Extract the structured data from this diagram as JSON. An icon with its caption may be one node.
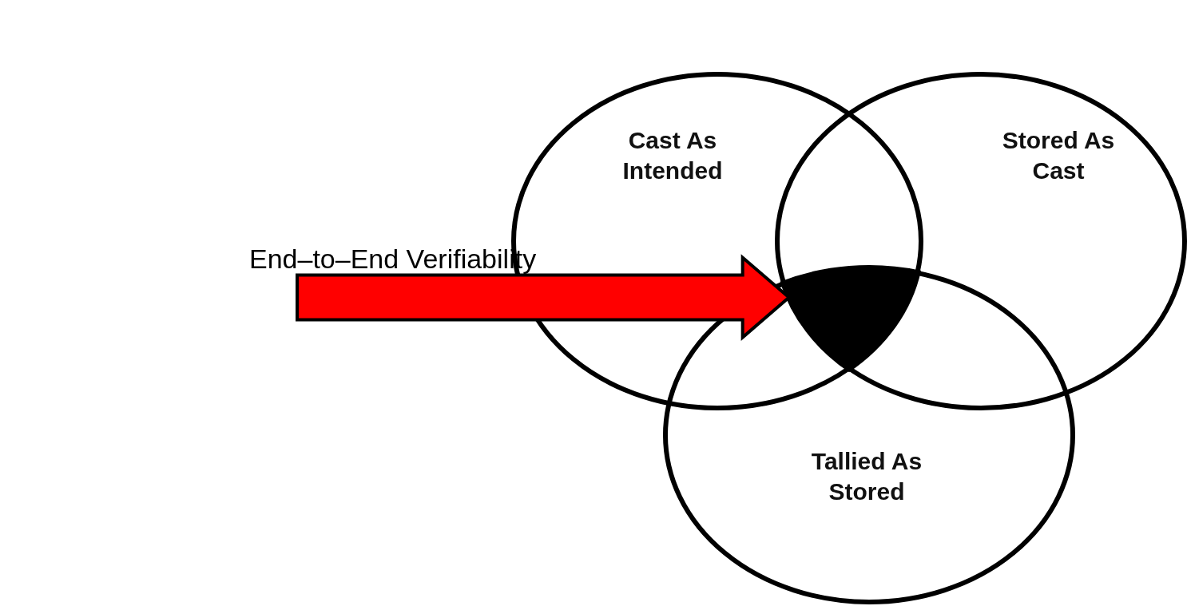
{
  "diagram": {
    "nodes": [
      {
        "text": [
          "Cast As Intended"
        ]
      },
      {
        "text": [
          "Stored As Cast"
        ]
      },
      {
        "text": [
          "Tallied As Stored"
        ]
      },
      {
        "text": [],
        "shape": "triangle"
      }
    ],
    "edges": [
      {
        "from": null,
        "to": 3,
        "arrow": "to",
        "label": "End–to–End Verifiability",
        "style": "thick",
        "color": "#ff0000"
      }
    ]
  }
}
